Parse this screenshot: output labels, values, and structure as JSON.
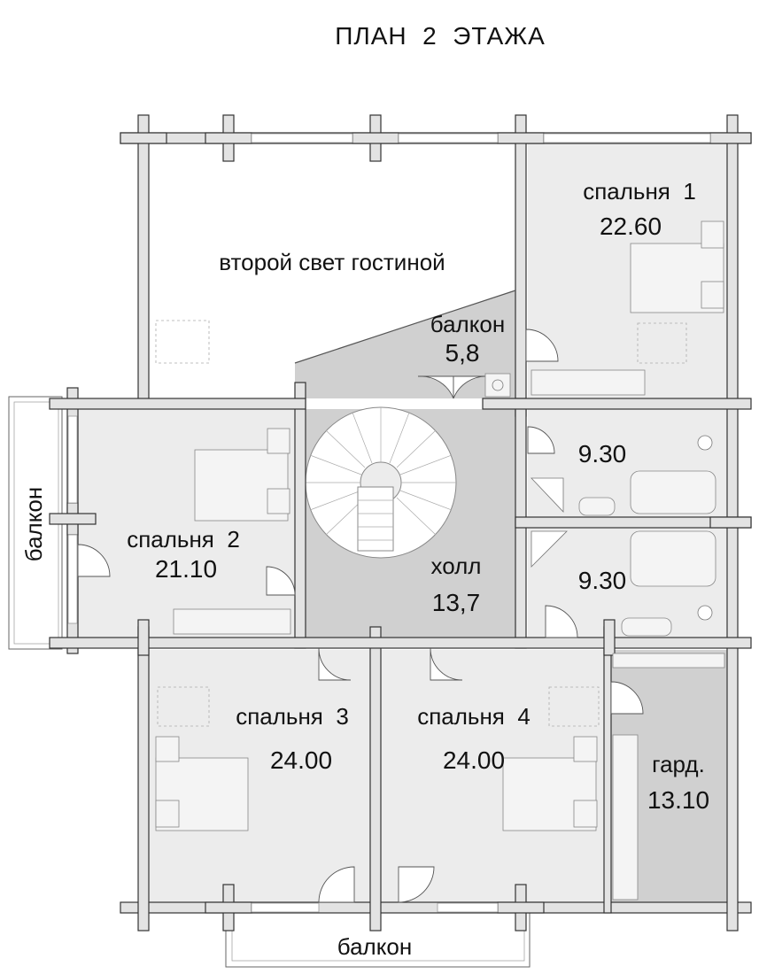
{
  "title": "ПЛАН  2  ЭТАЖА",
  "colors": {
    "room_light": "#ececec",
    "room_gray": "#d0d0d0",
    "wall": "#e3e3e3",
    "outline": "#333333"
  },
  "rooms": {
    "second_light": {
      "name": "второй свет гостиной"
    },
    "bedroom1": {
      "name": "спальня  1",
      "area": "22.60"
    },
    "balcony_inner": {
      "name": "балкон",
      "area": "5,8"
    },
    "bedroom2": {
      "name": "спальня  2",
      "area": "21.10"
    },
    "bath1": {
      "area": "9.30"
    },
    "bath2": {
      "area": "9.30"
    },
    "hall": {
      "name": "холл",
      "area": "13,7"
    },
    "bedroom3": {
      "name": "спальня  3",
      "area": "24.00"
    },
    "bedroom4": {
      "name": "спальня  4",
      "area": "24.00"
    },
    "wardrobe": {
      "name": "гард.",
      "area": "13.10"
    },
    "balcony_left": {
      "name": "балкон"
    },
    "balcony_bottom": {
      "name": "балкон"
    }
  }
}
